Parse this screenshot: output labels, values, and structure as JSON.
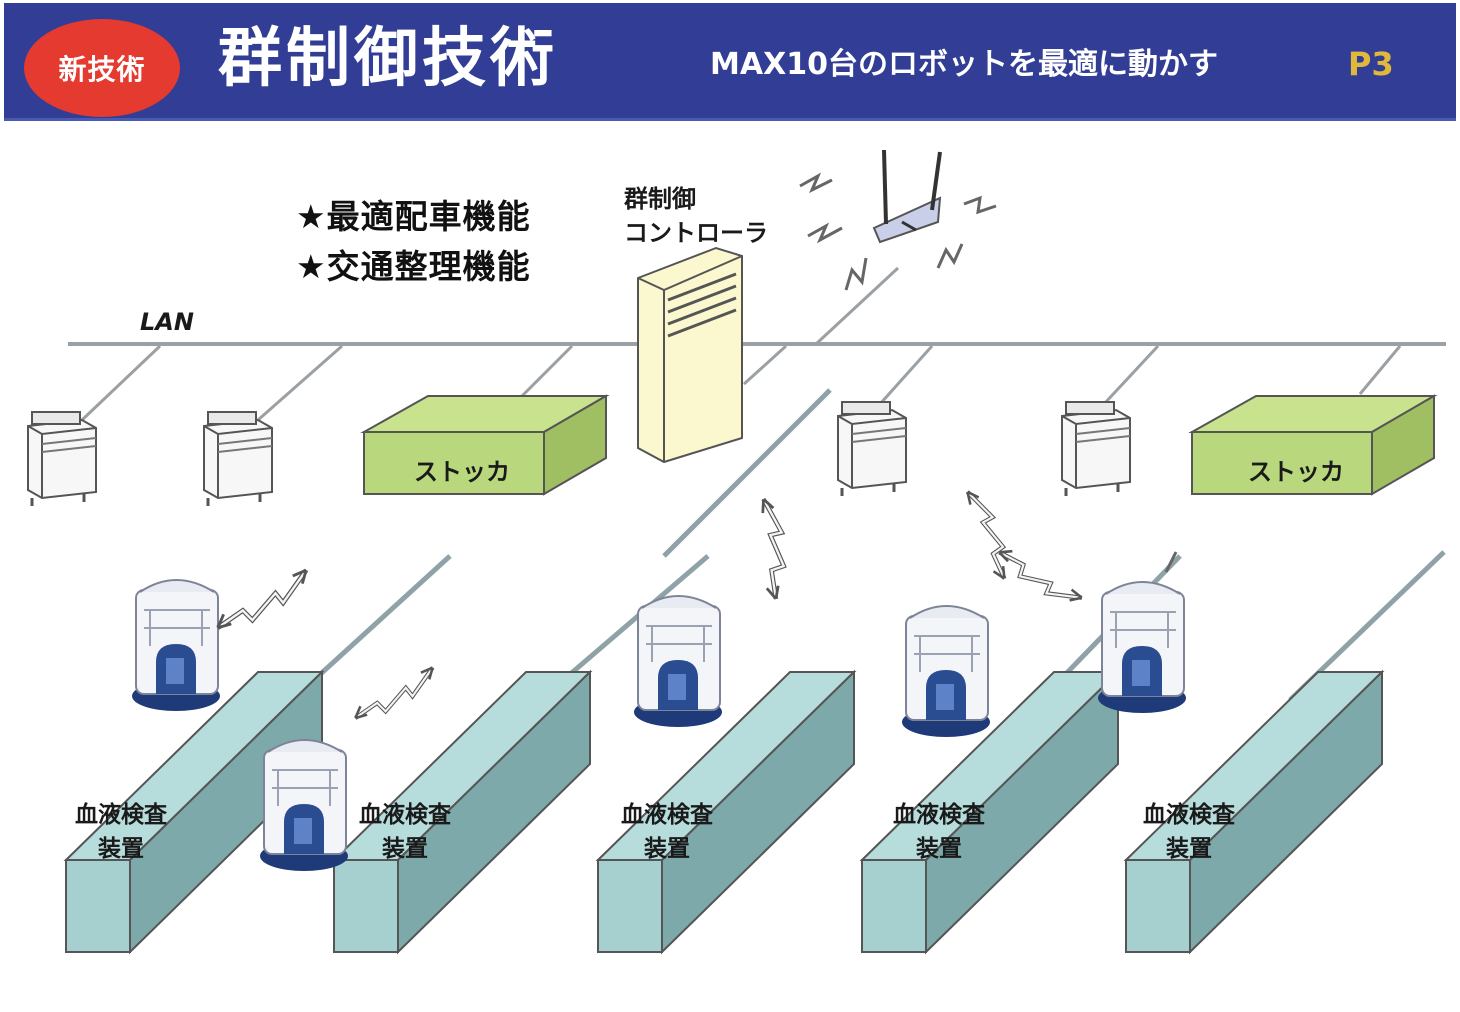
{
  "header": {
    "badge": "新技術",
    "title": "群制御技術",
    "subtitle": "MAX10台のロボットを最適に動かす",
    "page": "P3"
  },
  "features": [
    "★最適配車機能",
    "★交通整理機能"
  ],
  "network_label": "LAN",
  "controller_label": "群制御\nコントローラ",
  "stocker_labels": [
    "ストッカ",
    "ストッカ"
  ],
  "device_labels": [
    "血液検査\n装置",
    "血液検査\n装置",
    "血液検査\n装置",
    "血液検査\n装置",
    "血液検査\n装置"
  ],
  "colors": {
    "banner": "#323e95",
    "badge": "#e53a2f",
    "page_number": "#e0b93c",
    "stocker": "#b9d77c",
    "controller": "#fbf8cf",
    "device": "#9fcaca",
    "robot_base": "#2a4c91"
  },
  "icons": [
    "wireless-antenna-icon",
    "robot-icon",
    "printer-terminal-icon",
    "radio-link-icon"
  ]
}
